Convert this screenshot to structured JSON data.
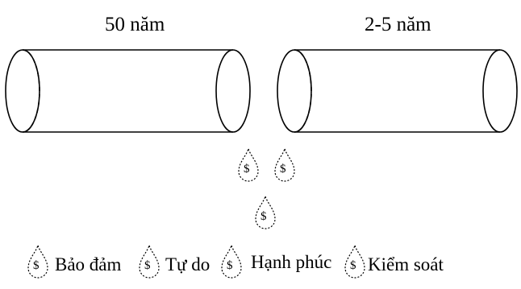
{
  "pipes": [
    {
      "label": "50 năm"
    },
    {
      "label": "2-5 năm"
    }
  ],
  "drop_symbol": "$",
  "legend": [
    {
      "label": "Bảo đảm"
    },
    {
      "label": "Tự do"
    },
    {
      "label": "Hạnh phúc"
    },
    {
      "label": "Kiểm soát"
    }
  ],
  "colors": {
    "stroke": "#000000",
    "background": "#ffffff"
  }
}
